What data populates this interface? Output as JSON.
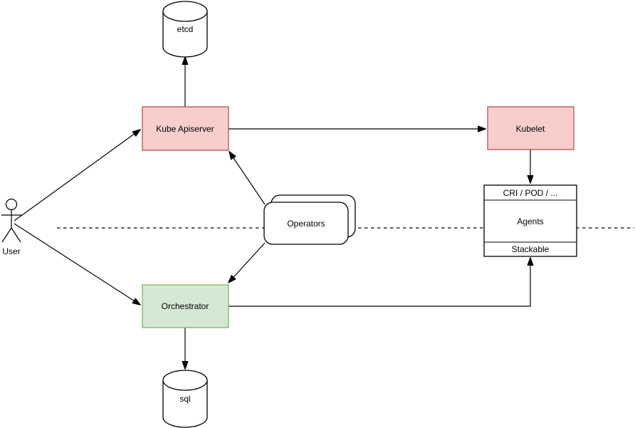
{
  "diagram": {
    "background_color": "#ffffff",
    "line_color": "#000000",
    "nodes": {
      "user": {
        "label": "User",
        "type": "actor"
      },
      "etcd": {
        "label": "etcd",
        "type": "cylinder",
        "fill": "#ffffff",
        "stroke": "#000000"
      },
      "kube_apiserver": {
        "label": "Kube Apiserver",
        "type": "box",
        "fill": "#f8cecc",
        "stroke": "#b85450"
      },
      "kubelet": {
        "label": "Kubelet",
        "type": "box",
        "fill": "#f8cecc",
        "stroke": "#b85450"
      },
      "operators": {
        "label": "Operators",
        "type": "stacked-rounded-box",
        "fill": "#ffffff",
        "stroke": "#000000"
      },
      "agents_stack": {
        "type": "stack-box",
        "rows": [
          "CRI / POD / ...",
          "Agents",
          "Stackable"
        ],
        "fill": "#ffffff",
        "stroke": "#000000"
      },
      "orchestrator": {
        "label": "Orchestrator",
        "type": "box",
        "fill": "#d5e8d4",
        "stroke": "#82b366"
      },
      "sql": {
        "label": "sql",
        "type": "cylinder",
        "fill": "#ffffff",
        "stroke": "#000000"
      }
    },
    "edges": [
      {
        "from": "user",
        "to": "kube_apiserver",
        "arrow": "end",
        "style": "solid"
      },
      {
        "from": "user",
        "to": "orchestrator",
        "arrow": "end",
        "style": "solid"
      },
      {
        "from": "kube_apiserver",
        "to": "etcd",
        "arrow": "end",
        "style": "solid"
      },
      {
        "from": "kube_apiserver",
        "to": "kubelet",
        "arrow": "end",
        "style": "solid"
      },
      {
        "from": "kubelet",
        "to": "agents_stack:CRI / POD / ...",
        "arrow": "end",
        "style": "solid"
      },
      {
        "from": "operators",
        "to": "kube_apiserver",
        "arrow": "end",
        "style": "solid"
      },
      {
        "from": "operators",
        "to": "orchestrator",
        "arrow": "end",
        "style": "solid"
      },
      {
        "from": "orchestrator",
        "to": "agents_stack:Stackable",
        "arrow": "end",
        "style": "solid",
        "routing": "orthogonal"
      },
      {
        "from": "orchestrator",
        "to": "sql",
        "arrow": "end",
        "style": "solid"
      },
      {
        "type": "separator",
        "style": "dashed-horizontal"
      }
    ]
  }
}
